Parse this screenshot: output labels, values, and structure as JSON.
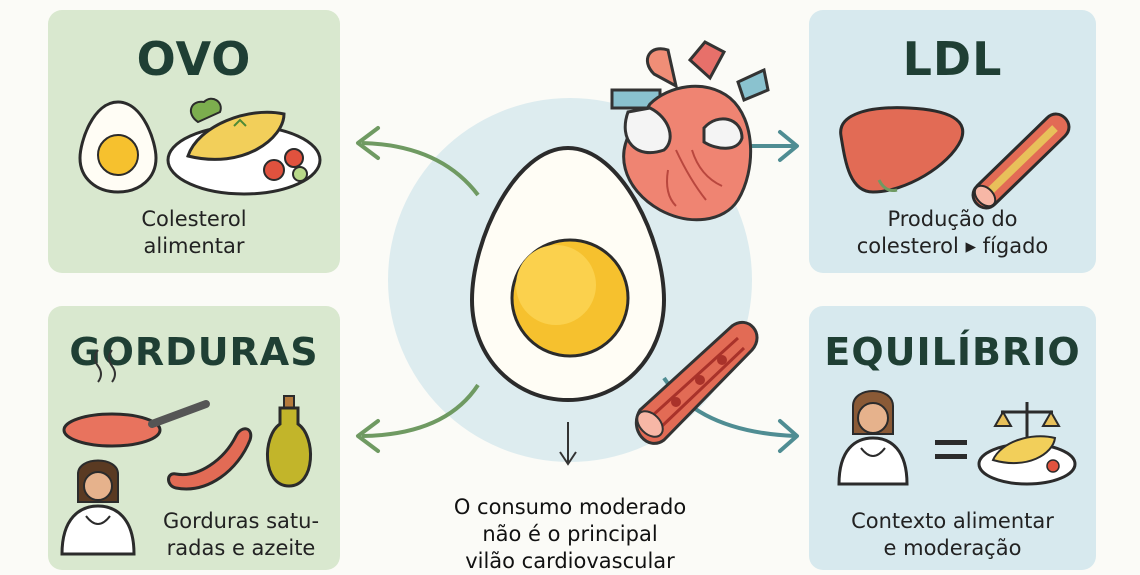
{
  "cards": {
    "ovo": {
      "title": "OVO",
      "caption_line1": "Colesterol",
      "caption_line2": "alimentar"
    },
    "gorduras": {
      "title": "GORDURAS",
      "caption_line1": "Gorduras satu-",
      "caption_line2": "radas e azeite"
    },
    "ldl": {
      "title": "LDL",
      "caption_line1": "Produção do",
      "caption_line2": "colesterol ▸ fígado"
    },
    "equilibrio": {
      "title": "EQUILÍBRIO",
      "caption_line1": "Contexto alimentar",
      "caption_line2": "e moderação"
    }
  },
  "center": {
    "line1": "O consumo moderado",
    "line2": "não é o principal",
    "line3": "vilão cardiovascular"
  },
  "colors": {
    "green_card": "#d9e8cf",
    "blue_card": "#d7e9ee",
    "title_text": "#1f3f34",
    "arrow_green": "#6f9a62",
    "arrow_teal": "#4f8d93"
  },
  "icons": [
    "egg-icon",
    "omelette-plate-icon",
    "frying-pan-icon",
    "sausage-icon",
    "olive-oil-bottle-icon",
    "doctor-icon",
    "liver-icon",
    "artery-icon",
    "heart-icon",
    "scale-icon",
    "equals-icon"
  ]
}
